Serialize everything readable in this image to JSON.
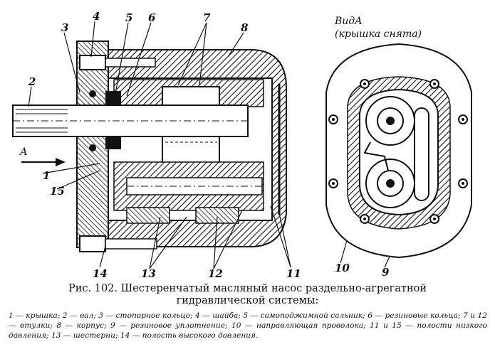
{
  "figure": {
    "view_title": "ВидА",
    "view_subtitle": "(крышка снята)",
    "arrow_label": "А",
    "part_labels": [
      "1",
      "2",
      "3",
      "4",
      "5",
      "6",
      "7",
      "8",
      "9",
      "10",
      "11",
      "12",
      "13",
      "14",
      "15"
    ]
  },
  "caption": {
    "line1": "Рис.  102. Шестеренчатый  масляный   насос  раздельно-агрегатной",
    "line2": "гидравлической системы:"
  },
  "legend": "1 — крышка; 2 — вал; 3 — стопорное кольцо; 4 — шайба; 5 — самоподжимной сальник; 6 — резиновые кольца; 7 и 12 — втулки; 8 — корпус; 9 — резиновое уплотнение; 10 — направляющая проволока; 11 и 15 — полости низкого давления; 13 — шестерни; 14 — полость высокого давления."
}
